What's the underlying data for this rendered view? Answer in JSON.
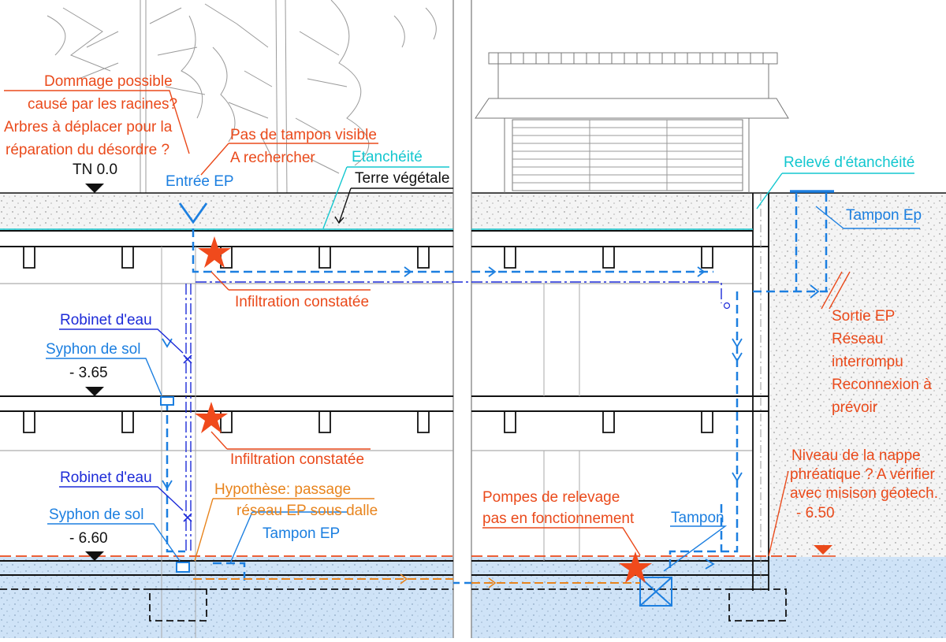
{
  "labels": {
    "dommage": [
      "Dommage possible",
      "causé par les racines?",
      "Arbres à  déplacer pour la",
      "réparation du désordre ?"
    ],
    "pas_tampon": [
      "Pas de tampon visible",
      "A rechercher"
    ],
    "etancheite": "Etanchéité",
    "terre_vegetale": "Terre végétale",
    "entree_ep": "Entrée EP",
    "tn": "TN 0.0",
    "releve_etancheite": "Relevé d'étanchéité",
    "tampon_ep_top": "Tampon Ep",
    "infiltration_1": "Infiltration constatée",
    "infiltration_2": "Infiltration constatée",
    "robinet_1": "Robinet d'eau",
    "robinet_2": "Robinet d'eau",
    "syphon_1": "Syphon de sol",
    "syphon_2": "Syphon de sol",
    "level_365": "- 3.65",
    "level_660": "- 6.60",
    "level_650": "- 6.50",
    "sortie": [
      "Sortie EP",
      "Réseau",
      "interrompu",
      "Reconnexion à",
      "prévoir"
    ],
    "nappe": [
      "Niveau de la nappe",
      "phréatique ? A vérifier",
      "avec misison géotech."
    ],
    "hypothese": [
      "Hypothèse: passage",
      "réseau EP sous dalle"
    ],
    "pompes": [
      "Pompes de relevage",
      "pas en fonctionnement"
    ],
    "tampon": "Tampon",
    "tampon_ep_bottom": "Tampon EP"
  },
  "colors": {
    "red": "#ea4a1b",
    "orange": "#e8841d",
    "blue": "#1c7fe0",
    "navy": "#1d2bd8",
    "cyan": "#13c7cf",
    "water": "#cfe3f7",
    "soil": "#f2f2f2"
  }
}
